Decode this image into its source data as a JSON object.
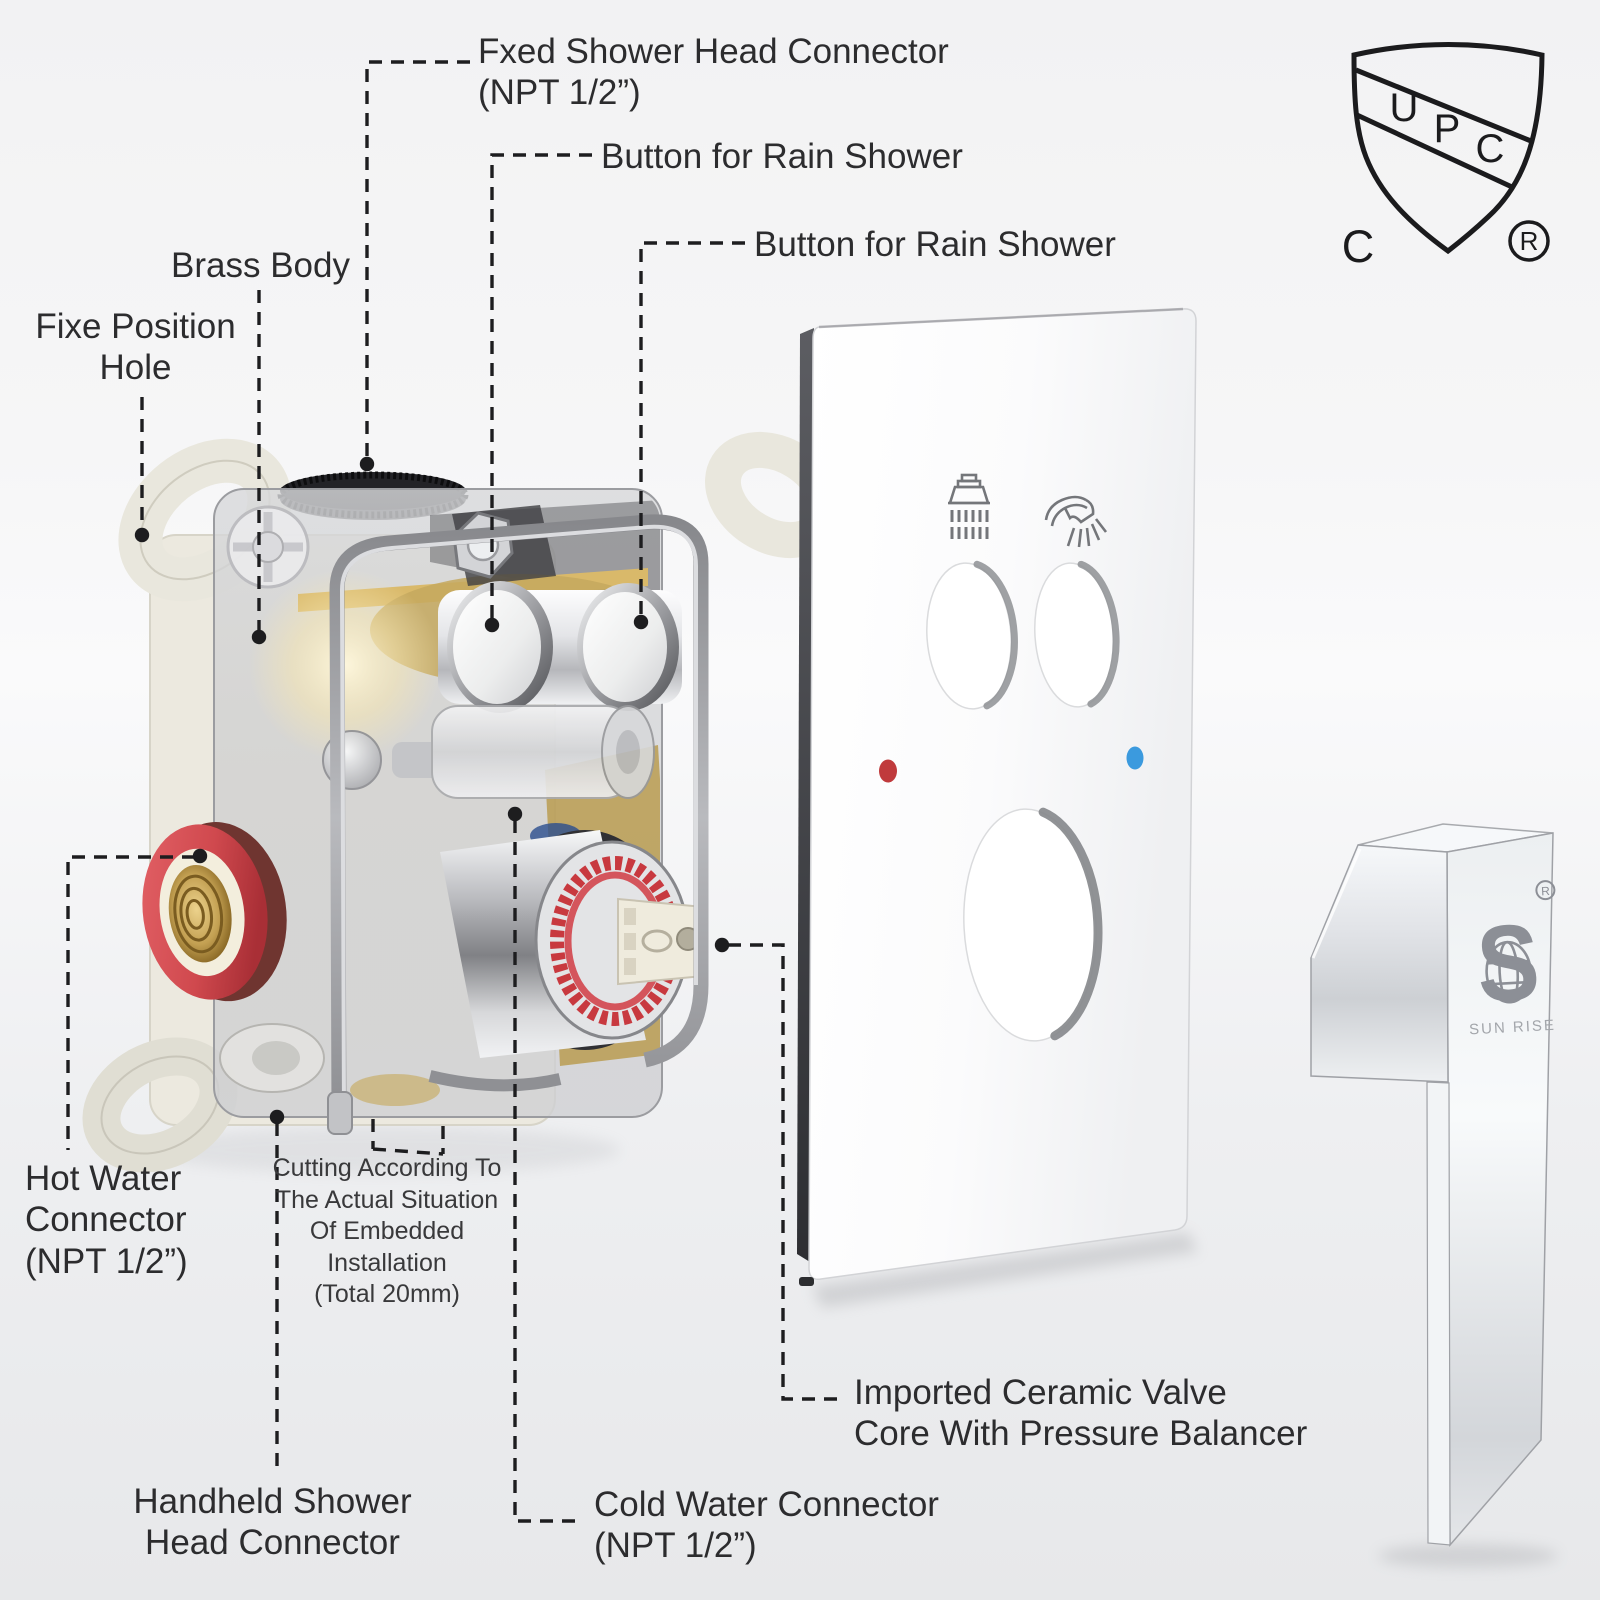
{
  "annotations": {
    "fixed_shower_head_connector": {
      "line1": "Fxed Shower Head Connector",
      "line2": "(NPT 1/2”)"
    },
    "button_rain_shower_top": {
      "text": "Button for Rain Shower"
    },
    "button_rain_shower_bottom": {
      "text": "Button for Rain Shower"
    },
    "brass_body": {
      "text": "Brass Body"
    },
    "fixe_position_hole": {
      "line1": "Fixe Position",
      "line2": "Hole"
    },
    "hot_water_connector": {
      "line1": "Hot Water",
      "line2": "Connector",
      "line3": "(NPT 1/2”)"
    },
    "cutting_note": {
      "line1": "Cutting According To",
      "line2": "The Actual Situation",
      "line3": "Of Embedded",
      "line4": "Installation",
      "line5": "(Total 20mm)"
    },
    "handheld_connector": {
      "line1": "Handheld Shower",
      "line2": "Head Connector"
    },
    "cold_water_connector": {
      "line1": "Cold Water Connector",
      "line2": "(NPT 1/2”)"
    },
    "ceramic_valve": {
      "line1": "Imported Ceramic Valve",
      "line2": "Core With Pressure Balancer"
    }
  },
  "certification": {
    "shield_letter_u": "U",
    "shield_letter_p": "P",
    "shield_letter_c": "C",
    "left_mark": "C",
    "registered_mark": "®"
  },
  "brand": {
    "logo_letter": "S",
    "name": "SUN RISE",
    "registered_mark": "®"
  },
  "plate": {
    "rain_icon": "rain-shower-icon",
    "handheld_icon": "handheld-shower-icon",
    "hot_indicator_color": "#c03a3c",
    "cold_indicator_color": "#3b9ade"
  },
  "colors": {
    "leader_line": "#1d1d1f",
    "label_text": "#2c2c2e",
    "hot_ring_red": "#d0494e",
    "cartridge_ring_red": "#c8393f",
    "brass": "#c5a85c",
    "chrome_light": "#f4f5f7",
    "chrome_dark": "#8f9094"
  }
}
